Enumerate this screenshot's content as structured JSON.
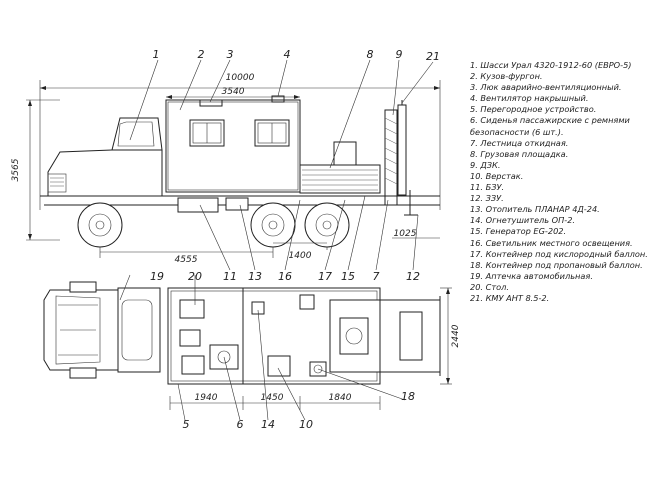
{
  "callouts": {
    "top": [
      "1",
      "2",
      "3",
      "4",
      "8",
      "9",
      "21"
    ],
    "middle": [
      "11",
      "13",
      "16",
      "17",
      "15",
      "7",
      "12"
    ],
    "plan_top": [
      "19",
      "20"
    ],
    "bottom": [
      "5",
      "6",
      "14",
      "10",
      "18"
    ]
  },
  "dimensions": {
    "overall_length": "10000",
    "body_length": "3540",
    "height": "3565",
    "wheelbase": "4555",
    "axle_spacing": "1400",
    "rear_overhang": "1025",
    "width": "2440",
    "plan_1": "1940",
    "plan_2": "1450",
    "plan_3": "1840"
  },
  "legend": [
    "1. Шасси Урал 4320-1912-60 (ЕВРО-5)",
    "2. Кузов-фургон.",
    "3. Люк аварийно-вентиляционный.",
    "4. Вентилятор накрышный.",
    "5. Перегородное устройство.",
    "6. Сиденья пассажирские с ремнями",
    "безопасности (6 шт.).",
    "7. Лестница откидная.",
    "8. Грузовая площадка.",
    "9. ДЗК.",
    "10. Верстак.",
    "11. БЗУ.",
    "12. ЗЗУ.",
    "13. Отопитель ПЛАНАР 4Д-24.",
    "14. Огнетушитель ОП-2.",
    "15. Генератор EG-202.",
    "16. Светильник местного освещения.",
    "17. Контейнер под кислородный баллон.",
    "18. Контейнер под пропановый баллон.",
    "19. Аптечка автомобильная.",
    "20. Стол.",
    "21. КМУ АНТ 8.5-2."
  ]
}
